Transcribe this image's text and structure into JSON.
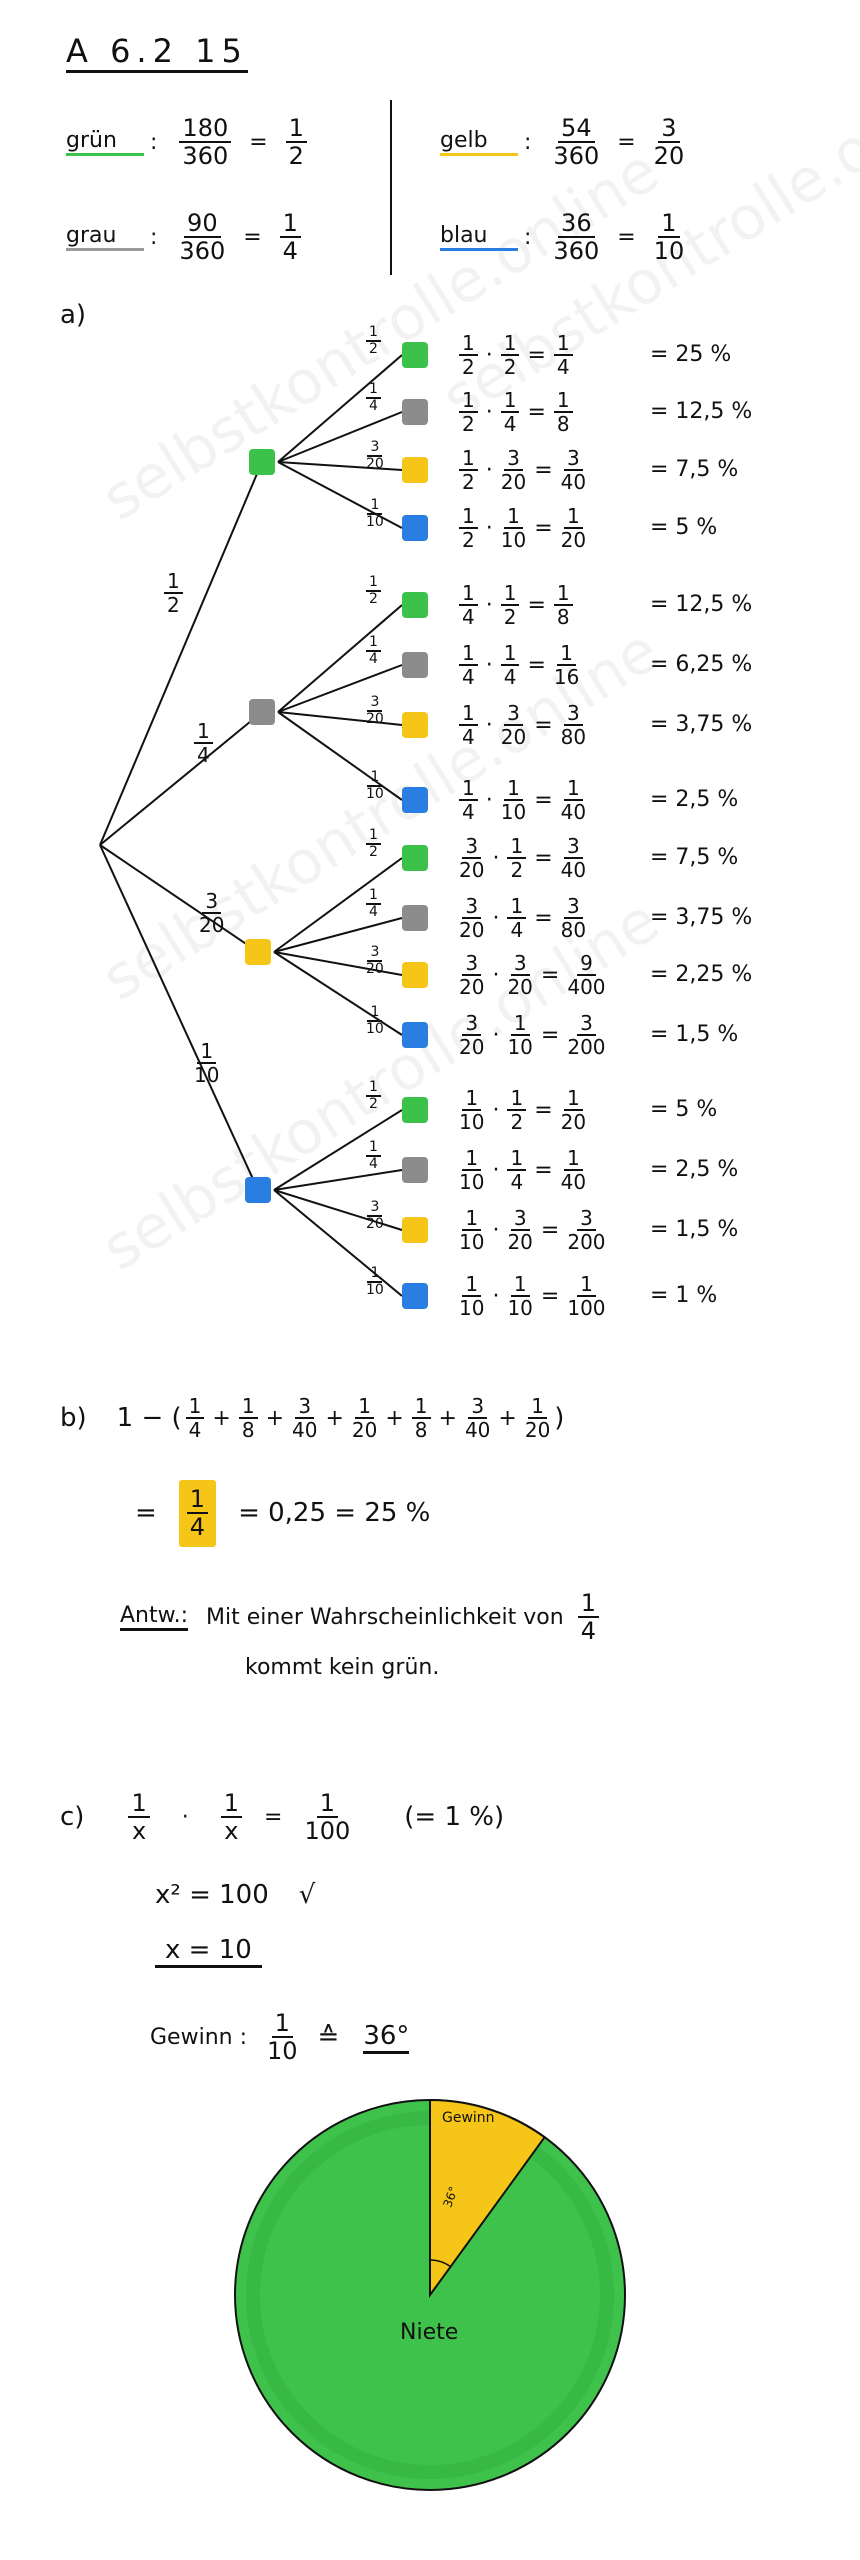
{
  "title": "A 6.2 15",
  "colors": {
    "green": "#3cc24a",
    "gray": "#8c8c8c",
    "yellow": "#f5c518",
    "blue": "#2a7de1"
  },
  "watermark": "selbstkontrolle.online",
  "legend": [
    {
      "label": "grün",
      "sep": ":",
      "frac": {
        "n": "180",
        "d": "360"
      },
      "eq": "=",
      "res": {
        "n": "1",
        "d": "2"
      },
      "color": "#3cc24a"
    },
    {
      "label": "grau",
      "sep": ":",
      "frac": {
        "n": "90",
        "d": "360"
      },
      "eq": "=",
      "res": {
        "n": "1",
        "d": "4"
      },
      "color": "#9a9a9a"
    },
    {
      "label": "gelb",
      "sep": ":",
      "frac": {
        "n": "54",
        "d": "360"
      },
      "eq": "=",
      "res": {
        "n": "3",
        "d": "20"
      },
      "color": "#f5c518"
    },
    {
      "label": "blau",
      "sep": ":",
      "frac": {
        "n": "36",
        "d": "360"
      },
      "eq": "=",
      "res": {
        "n": "1",
        "d": "10"
      },
      "color": "#2a7de1"
    }
  ],
  "part_a": {
    "label": "a)",
    "level1": [
      {
        "color": "green",
        "prob": {
          "n": "1",
          "d": "2"
        }
      },
      {
        "color": "gray",
        "prob": {
          "n": "1",
          "d": "4"
        }
      },
      {
        "color": "yellow",
        "prob": {
          "n": "3",
          "d": "20"
        }
      },
      {
        "color": "blue",
        "prob": {
          "n": "1",
          "d": "10"
        }
      }
    ],
    "leaf_probs": [
      {
        "n": "1",
        "d": "2"
      },
      {
        "n": "1",
        "d": "4"
      },
      {
        "n": "3",
        "d": "20"
      },
      {
        "n": "1",
        "d": "10"
      }
    ],
    "rows": [
      {
        "a": {
          "n": "1",
          "d": "2"
        },
        "b": {
          "n": "1",
          "d": "2"
        },
        "c": {
          "n": "1",
          "d": "4"
        },
        "pct": "= 25 %"
      },
      {
        "a": {
          "n": "1",
          "d": "2"
        },
        "b": {
          "n": "1",
          "d": "4"
        },
        "c": {
          "n": "1",
          "d": "8"
        },
        "pct": "= 12,5 %"
      },
      {
        "a": {
          "n": "1",
          "d": "2"
        },
        "b": {
          "n": "3",
          "d": "20"
        },
        "c": {
          "n": "3",
          "d": "40"
        },
        "pct": "= 7,5 %"
      },
      {
        "a": {
          "n": "1",
          "d": "2"
        },
        "b": {
          "n": "1",
          "d": "10"
        },
        "c": {
          "n": "1",
          "d": "20"
        },
        "pct": "= 5 %"
      },
      {
        "a": {
          "n": "1",
          "d": "4"
        },
        "b": {
          "n": "1",
          "d": "2"
        },
        "c": {
          "n": "1",
          "d": "8"
        },
        "pct": "= 12,5 %"
      },
      {
        "a": {
          "n": "1",
          "d": "4"
        },
        "b": {
          "n": "1",
          "d": "4"
        },
        "c": {
          "n": "1",
          "d": "16"
        },
        "pct": "= 6,25 %"
      },
      {
        "a": {
          "n": "1",
          "d": "4"
        },
        "b": {
          "n": "3",
          "d": "20"
        },
        "c": {
          "n": "3",
          "d": "80"
        },
        "pct": "= 3,75 %"
      },
      {
        "a": {
          "n": "1",
          "d": "4"
        },
        "b": {
          "n": "1",
          "d": "10"
        },
        "c": {
          "n": "1",
          "d": "40"
        },
        "pct": "= 2,5 %"
      },
      {
        "a": {
          "n": "3",
          "d": "20"
        },
        "b": {
          "n": "1",
          "d": "2"
        },
        "c": {
          "n": "3",
          "d": "40"
        },
        "pct": "= 7,5 %"
      },
      {
        "a": {
          "n": "3",
          "d": "20"
        },
        "b": {
          "n": "1",
          "d": "4"
        },
        "c": {
          "n": "3",
          "d": "80"
        },
        "pct": "= 3,75 %"
      },
      {
        "a": {
          "n": "3",
          "d": "20"
        },
        "b": {
          "n": "3",
          "d": "20"
        },
        "c": {
          "n": "9",
          "d": "400"
        },
        "pct": "= 2,25 %"
      },
      {
        "a": {
          "n": "3",
          "d": "20"
        },
        "b": {
          "n": "1",
          "d": "10"
        },
        "c": {
          "n": "3",
          "d": "200"
        },
        "pct": "= 1,5 %"
      },
      {
        "a": {
          "n": "1",
          "d": "10"
        },
        "b": {
          "n": "1",
          "d": "2"
        },
        "c": {
          "n": "1",
          "d": "20"
        },
        "pct": "= 5 %"
      },
      {
        "a": {
          "n": "1",
          "d": "10"
        },
        "b": {
          "n": "1",
          "d": "4"
        },
        "c": {
          "n": "1",
          "d": "40"
        },
        "pct": "= 2,5 %"
      },
      {
        "a": {
          "n": "1",
          "d": "10"
        },
        "b": {
          "n": "3",
          "d": "20"
        },
        "c": {
          "n": "3",
          "d": "200"
        },
        "pct": "= 1,5 %"
      },
      {
        "a": {
          "n": "1",
          "d": "10"
        },
        "b": {
          "n": "1",
          "d": "10"
        },
        "c": {
          "n": "1",
          "d": "100"
        },
        "pct": "= 1 %"
      }
    ],
    "dot": "·",
    "eq": "="
  },
  "part_b": {
    "label": "b)",
    "lead": "1 − (",
    "terms": [
      {
        "n": "1",
        "d": "4"
      },
      {
        "n": "1",
        "d": "8"
      },
      {
        "n": "3",
        "d": "40"
      },
      {
        "n": "1",
        "d": "20"
      },
      {
        "n": "1",
        "d": "8"
      },
      {
        "n": "3",
        "d": "40"
      },
      {
        "n": "1",
        "d": "20"
      }
    ],
    "plus": "+",
    "close": ")",
    "eq": "=",
    "result": {
      "n": "1",
      "d": "4"
    },
    "rest": "= 0,25 = 25 %",
    "answer_label": "Antw.:",
    "answer_line1": "Mit einer Wahrscheinlichkeit von",
    "answer_frac": {
      "n": "1",
      "d": "4"
    },
    "answer_line2": "kommt kein grün."
  },
  "part_c": {
    "label": "c)",
    "f1": {
      "n": "1",
      "d": "x"
    },
    "dot": "·",
    "f2": {
      "n": "1",
      "d": "x"
    },
    "eq": "=",
    "f3": {
      "n": "1",
      "d": "100"
    },
    "note": "(= 1 %)",
    "line2": "x² = 100",
    "root": "√",
    "line3": "x = 10",
    "gewinn_label": "Gewinn :",
    "gewinn_frac": {
      "n": "1",
      "d": "10"
    },
    "corr": "≙",
    "angle": "36°",
    "pie": {
      "win_label": "Gewinn",
      "angle_label": "36°",
      "lose_label": "Niete",
      "win_fraction": 0.1
    }
  }
}
